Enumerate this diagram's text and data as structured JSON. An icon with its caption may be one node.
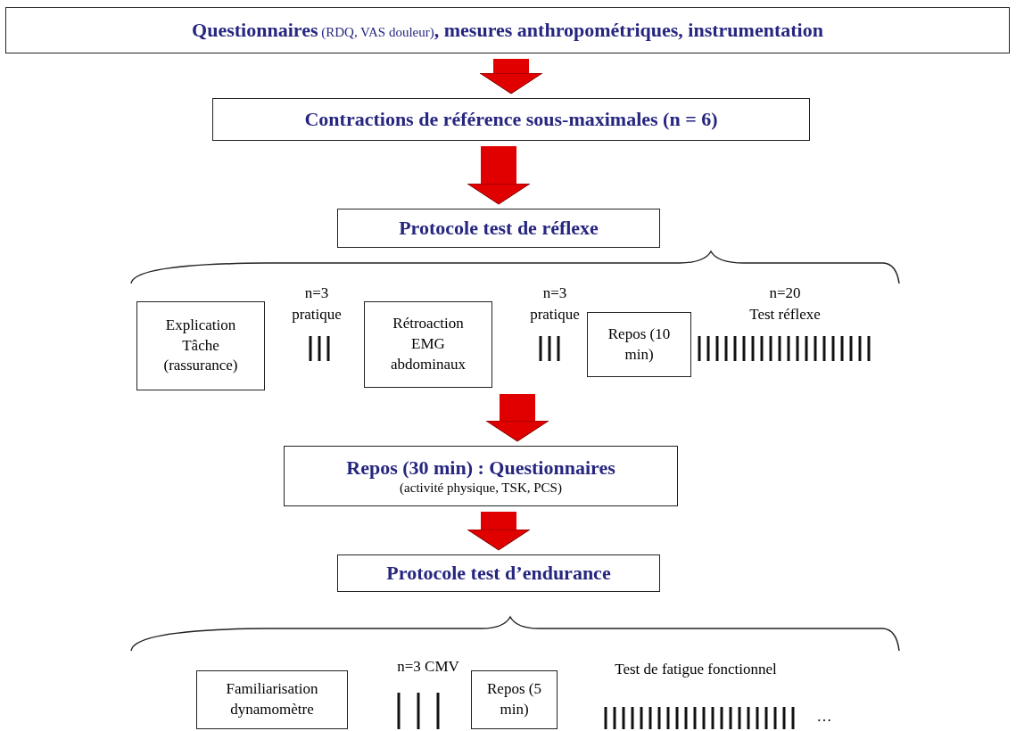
{
  "diagram": {
    "nodes": [
      {
        "text": [
          "**Questionnaires** (RDQ, VAS douleur)**, mesures anthropométriques, instrumentation**"
        ]
      },
      {
        "text": [
          "Contractions de référence sous-maximales (n = 6)"
        ]
      },
      {
        "text": [
          "Protocole test de réflexe"
        ]
      },
      {
        "text": [
          "Explication Tâche (rassurance)"
        ]
      },
      {
        "text": [
          "Rétroaction EMG abdominaux"
        ]
      },
      {
        "text": [
          "Repos (10 min)"
        ]
      },
      {
        "text": [
          "Repos (30 min) : Questionnaires",
          "(activité physique, TSK, PCS)"
        ]
      },
      {
        "text": [
          "Protocole test d’endurance"
        ]
      },
      {
        "text": [
          "Familiarisation dynamomètre"
        ]
      },
      {
        "text": [
          "Repos (5 min)"
        ]
      }
    ],
    "edges": [
      {
        "from": 0,
        "to": 1,
        "arrow": "to"
      },
      {
        "from": 1,
        "to": 2,
        "arrow": "to"
      },
      {
        "from": 2,
        "to": 6,
        "arrow": "to"
      },
      {
        "from": 6,
        "to": 7,
        "arrow": "to"
      }
    ],
    "labels": [
      "n=3",
      "pratique",
      "n=3",
      "pratique",
      "n=20",
      "Test réflexe",
      "n=3 CMV",
      "Test de fatigue fonctionnel",
      "…"
    ]
  }
}
